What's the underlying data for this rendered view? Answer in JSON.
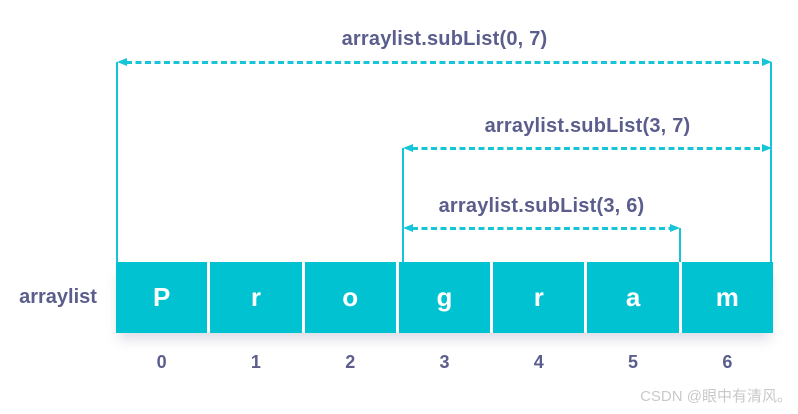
{
  "diagram": {
    "array_label": "arraylist",
    "cells": [
      "P",
      "r",
      "o",
      "g",
      "r",
      "a",
      "m"
    ],
    "indices": [
      "0",
      "1",
      "2",
      "3",
      "4",
      "5",
      "6"
    ],
    "annotations": [
      {
        "label": "arraylist.subList(0, 7)",
        "from_index": 0,
        "to_index": 7
      },
      {
        "label": "arraylist.subList(3, 7)",
        "from_index": 3,
        "to_index": 7
      },
      {
        "label": "arraylist.subList(3, 6)",
        "from_index": 3,
        "to_index": 6
      }
    ],
    "colors": {
      "cell_fill": "#00c2d1",
      "cell_letter": "#ffffff",
      "arrow": "#16c5d8",
      "text": "#5b5e8d",
      "watermark": "#c9c9c9"
    }
  },
  "watermark": "CSDN @眼中有清风。"
}
